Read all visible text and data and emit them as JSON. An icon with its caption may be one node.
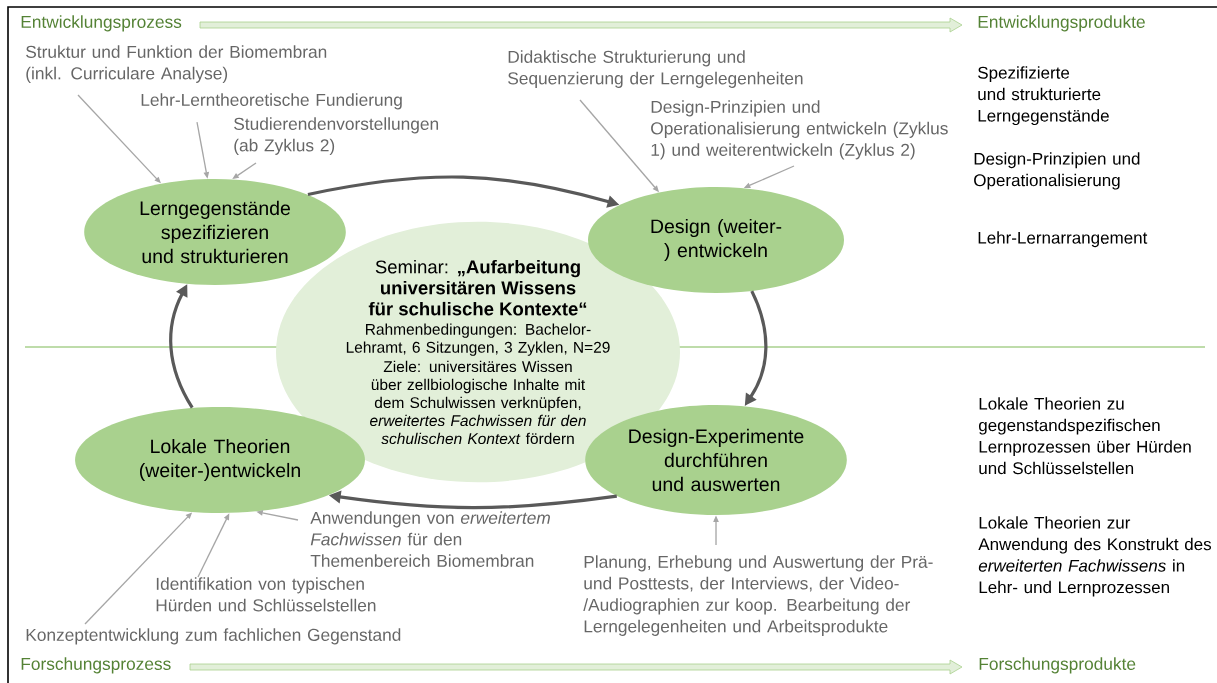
{
  "diagram": {
    "nodes": [
      {
        "text": [
          "Lerngegenstände spezifizieren und strukturieren"
        ]
      },
      {
        "text": [
          "Design (weiter-) entwickeln"
        ]
      },
      {
        "text": [
          "Seminar: **„Aufarbeitung universitären Wissens für schulische Kontexte“**",
          "Rahmenbedingungen: Bachelor-Lehramt, 6 Sitzungen, 3 Zyklen, N=29",
          "Ziele: universitäres Wissen über zellbiologische Inhalte mit dem Schulwissen verknüpfen, *erweitertes Fachwissen für den schulischen Kontext* fördern"
        ]
      },
      {
        "text": [
          "Lokale Theorien (weiter-)entwickeln"
        ]
      },
      {
        "text": [
          "Design-Experimente durchführen und auswerten"
        ]
      },
      {
        "text": [
          "Struktur und Funktion der Biomembran (inkl. Curriculare Analyse)"
        ]
      },
      {
        "text": [
          "Lehr-Lerntheoretische Fundierung"
        ]
      },
      {
        "text": [
          "Studierendenvorstellungen (ab Zyklus 2)"
        ]
      },
      {
        "text": [
          "Didaktische Strukturierung und Sequenzierung der Lerngelegenheiten"
        ]
      },
      {
        "text": [
          "Design-Prinzipien und Operationalisierung entwickeln (Zyklus 1) und weiterentwickeln (Zyklus 2)"
        ]
      },
      {
        "text": [
          "Anwendungen von *erweitertem Fachwissen* für den Themenbereich Biomembran"
        ]
      },
      {
        "text": [
          "Identifikation von typischen Hürden und Schlüsselstellen"
        ]
      },
      {
        "text": [
          "Konzeptentwicklung zum fachlichen Gegenstand"
        ]
      },
      {
        "text": [
          "Planung, Erhebung und Auswertung der Prä- und Posttests, der Interviews, der Video- /Audiographien zur koop. Bearbeitung der Lerngelegenheiten und Arbeitsprodukte"
        ]
      }
    ],
    "edges": [
      {
        "from": 0,
        "to": 1,
        "arrow": "to",
        "style": "thick",
        "color": "#595959"
      },
      {
        "from": 1,
        "to": 4,
        "arrow": "to",
        "style": "thick",
        "color": "#595959"
      },
      {
        "from": 4,
        "to": 3,
        "arrow": "to",
        "style": "thick",
        "color": "#595959"
      },
      {
        "from": 3,
        "to": 0,
        "arrow": "to",
        "style": "thick",
        "color": "#595959"
      },
      {
        "from": 5,
        "to": 0,
        "arrow": "to"
      },
      {
        "from": 6,
        "to": 0,
        "arrow": "to"
      },
      {
        "from": 7,
        "to": 0,
        "arrow": "to"
      },
      {
        "from": 8,
        "to": 1,
        "arrow": "to"
      },
      {
        "from": 9,
        "to": 1,
        "arrow": "to"
      },
      {
        "from": 10,
        "to": 3,
        "arrow": "to"
      },
      {
        "from": 11,
        "to": 3,
        "arrow": "to"
      },
      {
        "from": 12,
        "to": 3,
        "arrow": "to"
      },
      {
        "from": 13,
        "to": 4,
        "arrow": "to"
      }
    ],
    "labels": [
      "Entwicklungsprozess",
      "Entwicklungsprodukte",
      "Spezifizierte und strukturierte Lerngegenstände",
      "Design-Prinzipien und Operationalisierung",
      "Lehr-Lernarrangement",
      "Lokale Theorien zu gegenstandspezifischen Lernprozessen über Hürden und Schlüsselstellen",
      "Lokale Theorien zur Anwendung des Konstrukt des *erweiterten Fachwissens* in Lehr- und Lernprozessen",
      "Forschungsprozess",
      "Forschungsprodukte"
    ]
  }
}
